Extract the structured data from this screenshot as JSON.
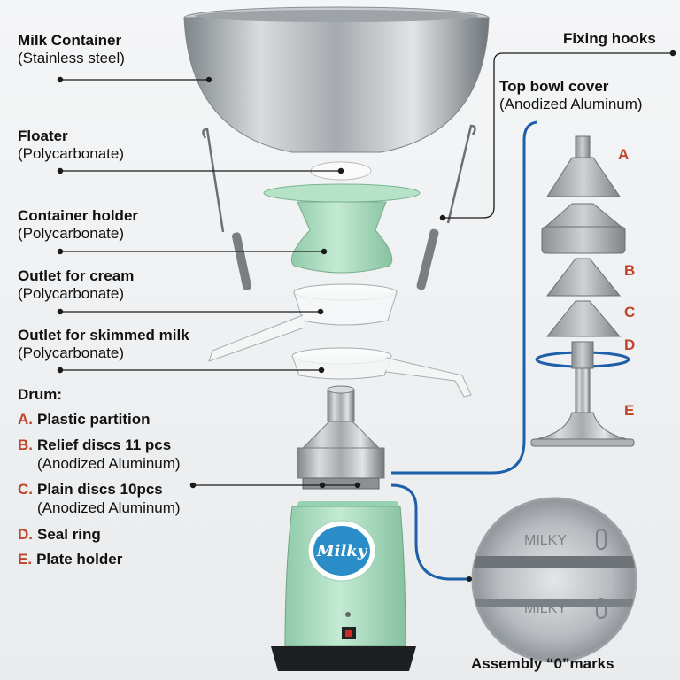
{
  "labels": {
    "milk_container": {
      "title": "Milk Container",
      "material": "(Stainless steel)"
    },
    "floater": {
      "title": "Floater",
      "material": "(Polycarbonate)"
    },
    "container_holder": {
      "title": "Container holder",
      "material": "(Polycarbonate)"
    },
    "outlet_cream": {
      "title": "Outlet for cream",
      "material": "(Polycarbonate)"
    },
    "outlet_skimmed": {
      "title": "Outlet for skimmed milk",
      "material": "(Polycarbonate)"
    },
    "fixing_hooks": {
      "title": "Fixing hooks"
    },
    "top_bowl_cover": {
      "title": "Top bowl cover",
      "material": "(Anodized Aluminum)"
    },
    "assembly_marks": {
      "title": "Assembly “0”marks"
    }
  },
  "drum": {
    "heading": "Drum:",
    "items": [
      {
        "key": "A.",
        "text": "Plastic partition"
      },
      {
        "key": "B.",
        "text": "Relief discs 11 pcs",
        "sub": "(Anodized Aluminum)"
      },
      {
        "key": "C.",
        "text": "Plain discs 10pcs",
        "sub": "(Anodized Aluminum)"
      },
      {
        "key": "D.",
        "text": "Seal ring"
      },
      {
        "key": "E.",
        "text": "Plate holder"
      }
    ]
  },
  "part_letters": [
    "A",
    "B",
    "C",
    "D",
    "E"
  ],
  "brand": "Milky",
  "zoom_marks": [
    "MILKY",
    "MILKY"
  ],
  "colors": {
    "accent_letter": "#c0442a",
    "leader_line": "#1a1a1a",
    "callout_blue": "#1d5fa8",
    "mint": "#a9dcc0",
    "steel": "#b9bdc1"
  }
}
